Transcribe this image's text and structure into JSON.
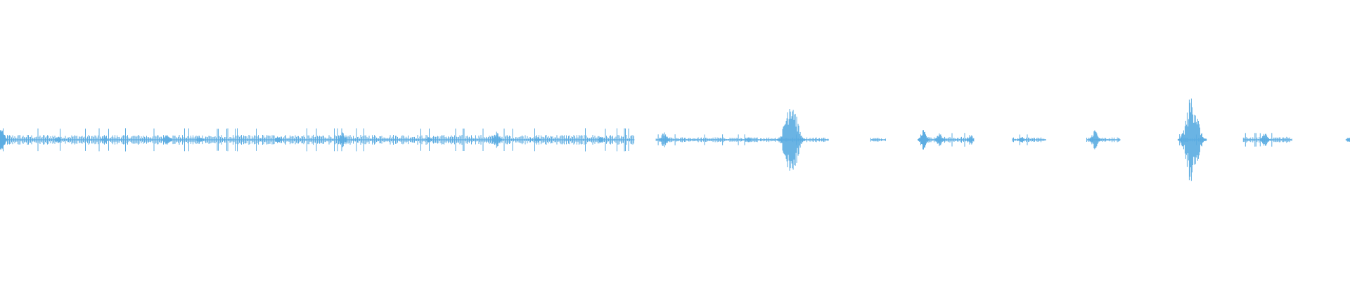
{
  "waveform": {
    "color": "#5DADE2",
    "background": "#FFFFFF",
    "bursts": [
      {
        "t": 0.0005,
        "amplitude": 0.1
      },
      {
        "t": 0.0025,
        "amplitude": 0.05
      },
      {
        "t": 0.043,
        "amplitude": 0.025
      },
      {
        "t": 0.078,
        "amplitude": 0.025
      },
      {
        "t": 0.124,
        "amplitude": 0.05
      },
      {
        "t": 0.148,
        "amplitude": 0.025
      },
      {
        "t": 0.206,
        "amplitude": 0.025
      },
      {
        "t": 0.254,
        "amplitude": 0.06
      },
      {
        "t": 0.318,
        "amplitude": 0.02
      },
      {
        "t": 0.368,
        "amplitude": 0.06
      },
      {
        "t": 0.398,
        "amplitude": 0.02
      },
      {
        "t": 0.445,
        "amplitude": 0.02
      },
      {
        "t": 0.492,
        "amplitude": 0.06
      },
      {
        "t": 0.554,
        "amplitude": 0.02
      },
      {
        "t": 0.586,
        "amplitude": 0.35
      },
      {
        "t": 0.684,
        "amplitude": 0.07
      },
      {
        "t": 0.696,
        "amplitude": 0.06
      },
      {
        "t": 0.719,
        "amplitude": 0.04
      },
      {
        "t": 0.757,
        "amplitude": 0.025
      },
      {
        "t": 0.811,
        "amplitude": 0.08
      },
      {
        "t": 0.883,
        "amplitude": 0.35
      },
      {
        "t": 0.937,
        "amplitude": 0.06
      },
      {
        "t": 0.999,
        "amplitude": 0.02
      }
    ],
    "segments": [
      {
        "start": 0.0,
        "end": 0.47,
        "level": 0.025
      },
      {
        "start": 0.486,
        "end": 0.614,
        "level": 0.012
      },
      {
        "start": 0.645,
        "end": 0.656,
        "level": 0.01
      },
      {
        "start": 0.681,
        "end": 0.721,
        "level": 0.015
      },
      {
        "start": 0.75,
        "end": 0.775,
        "level": 0.012
      },
      {
        "start": 0.805,
        "end": 0.83,
        "level": 0.012
      },
      {
        "start": 0.873,
        "end": 0.894,
        "level": 0.012
      },
      {
        "start": 0.921,
        "end": 0.957,
        "level": 0.015
      },
      {
        "start": 0.998,
        "end": 1.0,
        "level": 0.01
      }
    ]
  }
}
